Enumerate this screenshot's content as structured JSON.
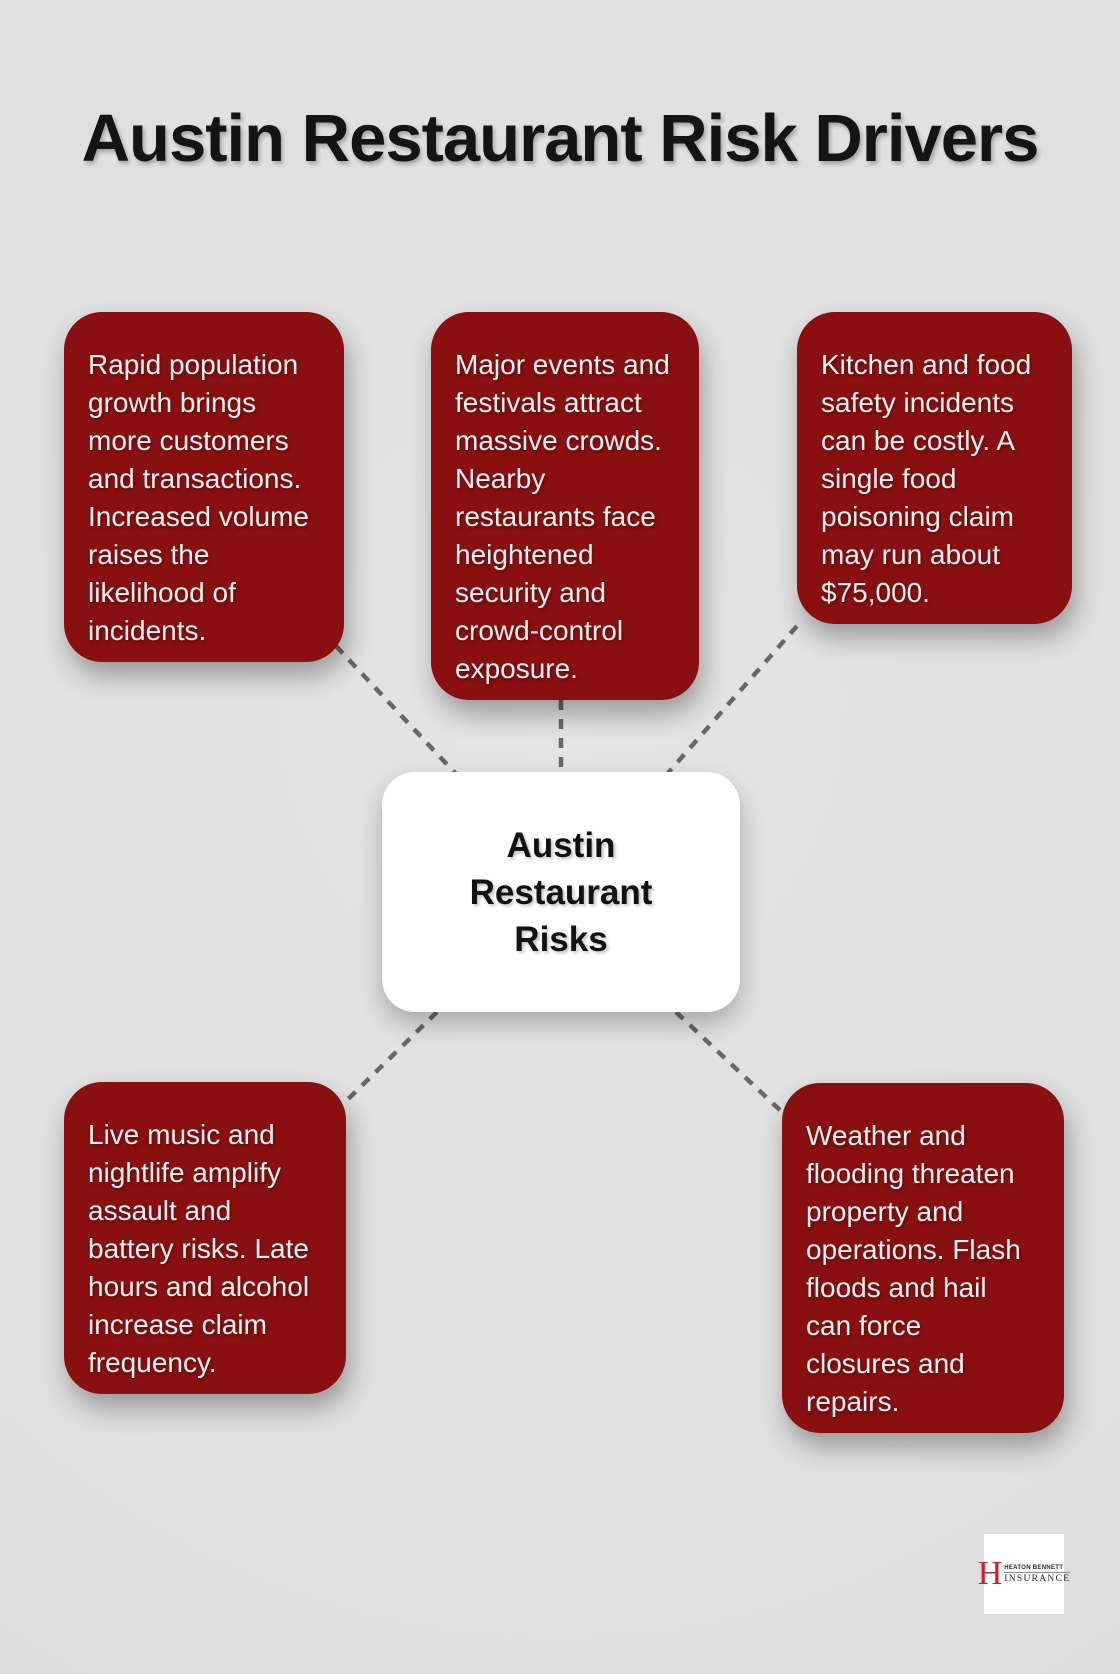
{
  "title": "Austin Restaurant Risk Drivers",
  "center": {
    "label": "Austin Restaurant Risks"
  },
  "nodes": [
    {
      "id": "population-growth",
      "text": "Rapid population growth brings more customers and transactions. Increased volume raises the likelihood of incidents."
    },
    {
      "id": "major-events",
      "text": "Major events and festivals attract massive crowds. Nearby restaurants face heightened security and crowd-control exposure."
    },
    {
      "id": "food-safety",
      "text": "Kitchen and food safety incidents can be costly. A single food poisoning claim may run about $75,000."
    },
    {
      "id": "nightlife",
      "text": "Live music and nightlife amplify assault and battery risks. Late hours and alcohol increase claim frequency."
    },
    {
      "id": "weather-flooding",
      "text": "Weather and flooding threaten property and operations. Flash floods and hail can force closures and repairs."
    }
  ],
  "logo": {
    "monogram": "H",
    "name": "HEATON BENNETT",
    "word": "INSURANCE"
  },
  "colors": {
    "node_red": "#8A0F10",
    "background": "#E0E0E0",
    "dash": "#686868",
    "logo_red": "#CB2026"
  }
}
